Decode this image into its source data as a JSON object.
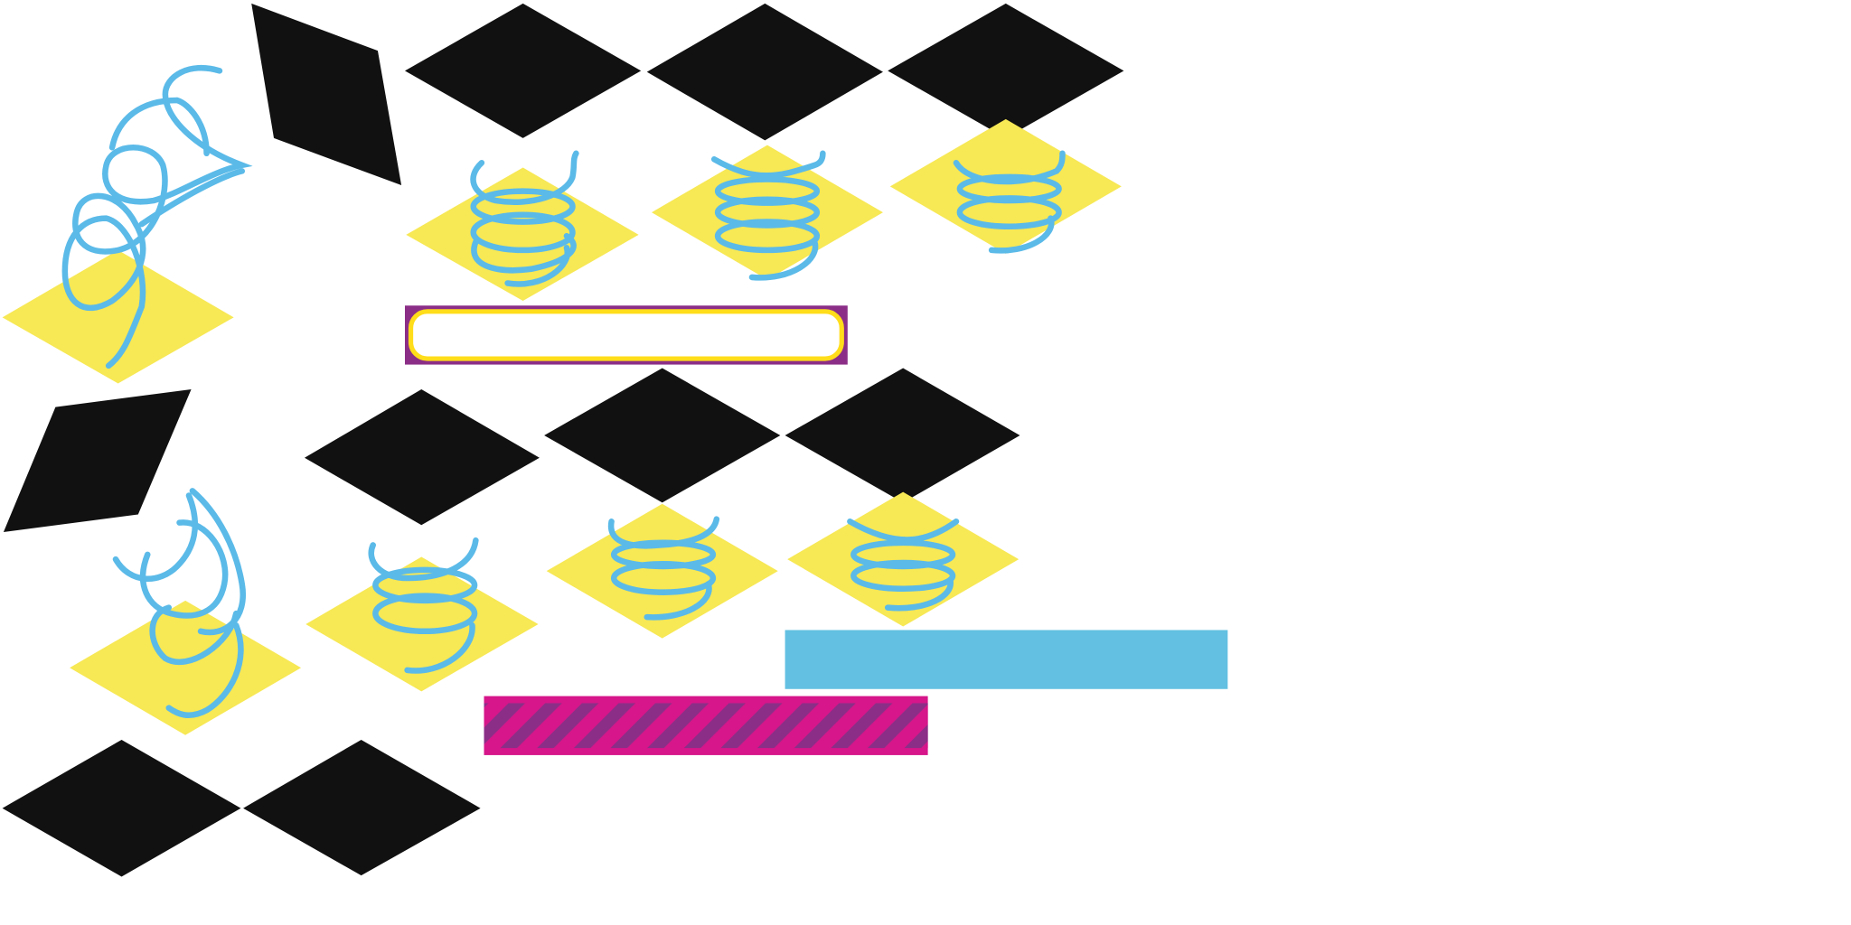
{
  "sprite_sheet": {
    "colors": {
      "tile_dark": "#111111",
      "tile_yellow": "#F7E855",
      "spring": "#5BBAE8",
      "bar_frame": "#8B2E87",
      "bar_border": "#FFDD1A",
      "bar_blue": "#63C0E2",
      "bar_magenta": "#D6168A",
      "bar_stripe": "#8B2E87"
    },
    "sprites": [
      "black-tile",
      "yellow-tile",
      "spring",
      "empty-progress-bar",
      "blue-bar",
      "striped-bar"
    ]
  }
}
